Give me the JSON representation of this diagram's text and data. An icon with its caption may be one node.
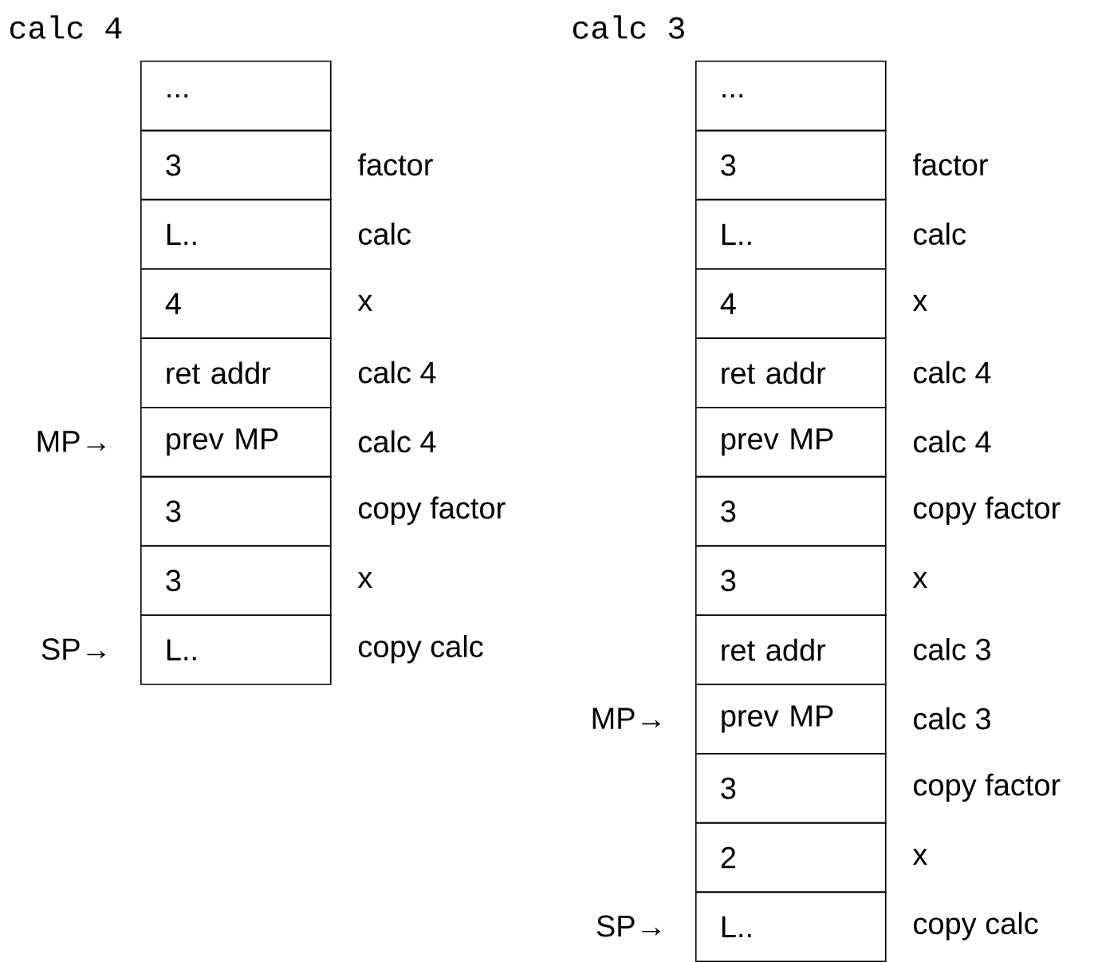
{
  "diagram": {
    "nodes": [
      {
        "text": [
          "..."
        ]
      },
      {
        "text": [
          "3"
        ],
        "beside": [
          "factor"
        ]
      },
      {
        "text": [
          "L.."
        ],
        "beside": [
          "calc"
        ]
      },
      {
        "text": [
          "4"
        ],
        "beside": [
          "x"
        ]
      },
      {
        "text": [
          "ret addr"
        ],
        "beside": [
          "calc 4"
        ]
      },
      {
        "text": [
          "prev MP"
        ],
        "beside": [
          "calc 4"
        ]
      },
      {
        "text": [
          "3"
        ],
        "beside": [
          "copy factor"
        ]
      },
      {
        "text": [
          "3"
        ],
        "beside": [
          "x"
        ]
      },
      {
        "text": [
          "L.."
        ],
        "beside": [
          "copy calc"
        ]
      },
      {
        "text": [
          "..."
        ]
      },
      {
        "text": [
          "3"
        ],
        "beside": [
          "factor"
        ]
      },
      {
        "text": [
          "L.."
        ],
        "beside": [
          "calc"
        ]
      },
      {
        "text": [
          "4"
        ],
        "beside": [
          "x"
        ]
      },
      {
        "text": [
          "ret addr"
        ],
        "beside": [
          "calc 4"
        ]
      },
      {
        "text": [
          "prev MP"
        ],
        "beside": [
          "calc 4"
        ]
      },
      {
        "text": [
          "3"
        ],
        "beside": [
          "copy factor"
        ]
      },
      {
        "text": [
          "3"
        ],
        "beside": [
          "x"
        ]
      },
      {
        "text": [
          "ret addr"
        ],
        "beside": [
          "calc 3"
        ]
      },
      {
        "text": [
          "prev MP"
        ],
        "beside": [
          "calc 3"
        ]
      },
      {
        "text": [
          "3"
        ],
        "beside": [
          "copy factor"
        ]
      },
      {
        "text": [
          "2"
        ],
        "beside": [
          "x"
        ]
      },
      {
        "text": [
          "L.."
        ],
        "beside": [
          "copy calc"
        ]
      }
    ],
    "edges": [],
    "labels": [
      "calc 4",
      "calc 3",
      "MP→",
      "SP→",
      "MP→",
      "SP→"
    ]
  }
}
